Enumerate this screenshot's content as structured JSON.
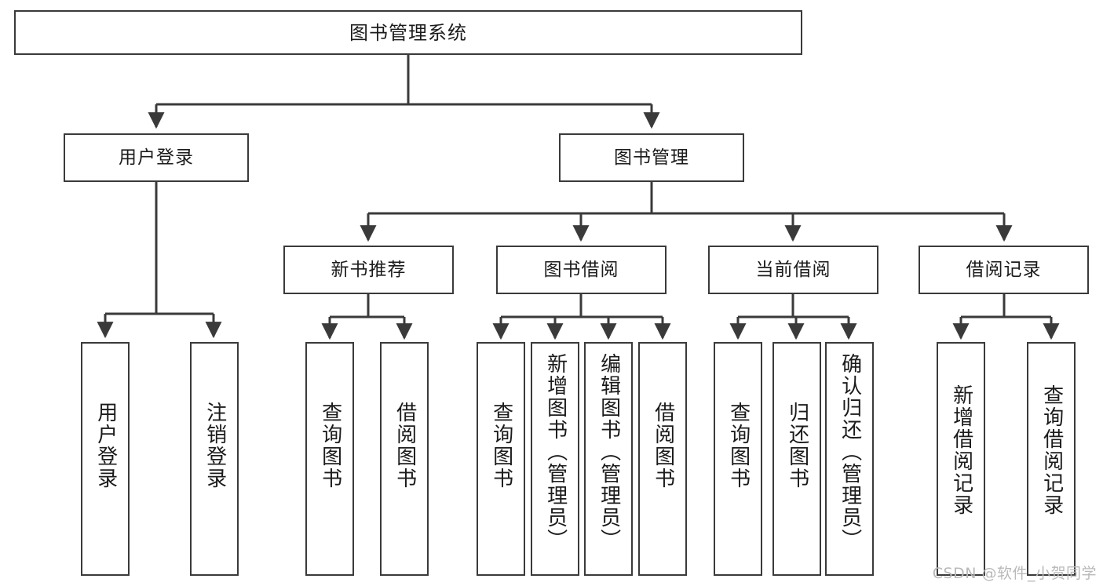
{
  "diagram": {
    "title": "图书管理系统",
    "type": "tree",
    "colors": {
      "box_border": "#3a3a3a",
      "box_fill": "#ffffff",
      "edge": "#3a3a3a",
      "text": "#1b1b1b",
      "watermark": "#b9b9b9",
      "background": "#ffffff"
    },
    "watermark": "CSDN @软件_小贺同学",
    "levels": {
      "root": {
        "label": "图书管理系统"
      },
      "level2": [
        {
          "label": "用户登录"
        },
        {
          "label": "图书管理"
        }
      ],
      "level3": [
        {
          "label": "新书推荐"
        },
        {
          "label": "图书借阅"
        },
        {
          "label": "当前借阅"
        },
        {
          "label": "借阅记录"
        }
      ],
      "leaves": {
        "user_login": [
          {
            "label": "用户登录"
          },
          {
            "label": "注销登录"
          }
        ],
        "new_book_recommend": [
          {
            "label": "查询图书"
          },
          {
            "label": "借阅图书"
          }
        ],
        "book_borrow": [
          {
            "label": "查询图书"
          },
          {
            "label": "新增图书（管理员）"
          },
          {
            "label": "编辑图书（管理员）"
          },
          {
            "label": "借阅图书"
          }
        ],
        "current_borrow": [
          {
            "label": "查询图书"
          },
          {
            "label": "归还图书"
          },
          {
            "label": "确认归还（管理员）"
          }
        ],
        "borrow_record": [
          {
            "label": "新增借阅记录"
          },
          {
            "label": "查询借阅记录"
          }
        ]
      }
    }
  }
}
